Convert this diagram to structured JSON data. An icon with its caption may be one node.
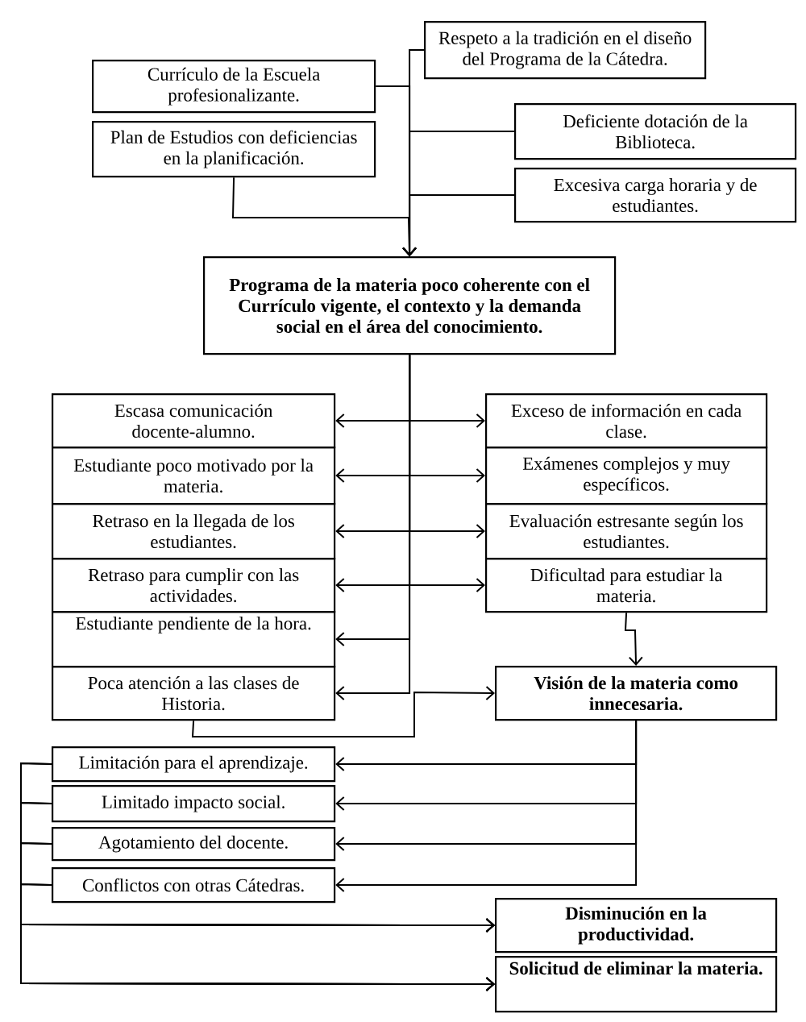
{
  "diagram": {
    "nodes": [
      {
        "text": [
          "Respeto a la tradición en el diseño del Programa de la Cátedra."
        ]
      },
      {
        "text": [
          "Currículo de la Escuela profesionalizante."
        ]
      },
      {
        "text": [
          "Plan de Estudios con deficiencias en la planificación."
        ]
      },
      {
        "text": [
          "Deficiente dotación de la Biblioteca."
        ]
      },
      {
        "text": [
          "Excesiva carga horaria y de estudiantes."
        ]
      },
      {
        "text": [
          "Programa de la materia poco coherente con el Currículo vigente, el contexto y la demanda social en el área del conocimiento."
        ]
      },
      {
        "text": [
          "Escasa comunicación docente-alumno."
        ]
      },
      {
        "text": [
          "Estudiante poco motivado por la materia."
        ]
      },
      {
        "text": [
          "Retraso en la llegada de los estudiantes."
        ]
      },
      {
        "text": [
          "Retraso para cumplir con las actividades."
        ]
      },
      {
        "text": [
          "Estudiante pendiente de la hora."
        ]
      },
      {
        "text": [
          "Poca atención a las clases de Historia."
        ]
      },
      {
        "text": [
          "Exceso de información en cada clase."
        ]
      },
      {
        "text": [
          "Exámenes complejos y muy específicos."
        ]
      },
      {
        "text": [
          "Evaluación estresante según los estudiantes."
        ]
      },
      {
        "text": [
          "Dificultad para estudiar la materia."
        ]
      },
      {
        "text": [
          "Visión de la materia como innecesaria."
        ]
      },
      {
        "text": [
          "Limitación para el aprendizaje."
        ]
      },
      {
        "text": [
          "Limitado impacto social."
        ]
      },
      {
        "text": [
          "Agotamiento del docente."
        ]
      },
      {
        "text": [
          "Conflictos con otras Cátedras."
        ]
      },
      {
        "text": [
          "Disminución en la productividad."
        ]
      },
      {
        "text": [
          "Solicitud de eliminar la materia."
        ]
      }
    ],
    "edges": [
      {
        "from": 0,
        "to": 5,
        "arrow": "to"
      },
      {
        "from": 1,
        "to": 5,
        "arrow": "to"
      },
      {
        "from": 2,
        "to": 5,
        "arrow": "to"
      },
      {
        "from": 3,
        "to": 5,
        "arrow": "to"
      },
      {
        "from": 4,
        "to": 5,
        "arrow": "to"
      },
      {
        "from": 5,
        "to": 6,
        "arrow": "to"
      },
      {
        "from": 5,
        "to": 12,
        "arrow": "to"
      },
      {
        "from": 5,
        "to": 7,
        "arrow": "to"
      },
      {
        "from": 5,
        "to": 13,
        "arrow": "to"
      },
      {
        "from": 5,
        "to": 8,
        "arrow": "to"
      },
      {
        "from": 5,
        "to": 14,
        "arrow": "to"
      },
      {
        "from": 5,
        "to": 9,
        "arrow": "to"
      },
      {
        "from": 5,
        "to": 15,
        "arrow": "to"
      },
      {
        "from": 5,
        "to": 10,
        "arrow": "to"
      },
      {
        "from": 5,
        "to": 11,
        "arrow": "to"
      },
      {
        "from": 11,
        "to": 16,
        "arrow": "to"
      },
      {
        "from": 15,
        "to": 16,
        "arrow": "to"
      },
      {
        "from": 16,
        "to": 17,
        "arrow": "to"
      },
      {
        "from": 16,
        "to": 18,
        "arrow": "to"
      },
      {
        "from": 16,
        "to": 19,
        "arrow": "to"
      },
      {
        "from": 16,
        "to": 20,
        "arrow": "to"
      },
      {
        "from": 17,
        "to": 21,
        "arrow": "to"
      },
      {
        "from": 17,
        "to": 22,
        "arrow": "to"
      },
      {
        "from": 18,
        "to": 21,
        "arrow": "to"
      },
      {
        "from": 18,
        "to": 22,
        "arrow": "to"
      },
      {
        "from": 19,
        "to": 21,
        "arrow": "to"
      },
      {
        "from": 19,
        "to": 22,
        "arrow": "to"
      },
      {
        "from": 20,
        "to": 21,
        "arrow": "to"
      },
      {
        "from": 20,
        "to": 22,
        "arrow": "to"
      }
    ]
  }
}
